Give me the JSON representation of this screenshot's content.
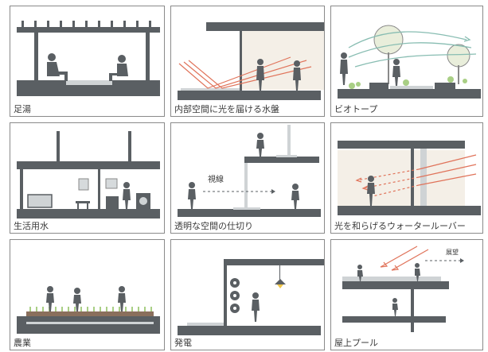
{
  "panels": [
    {
      "caption": "足湯"
    },
    {
      "caption": "内部空間に光を届ける水盤"
    },
    {
      "caption": "ビオトープ"
    },
    {
      "caption": "生活用水"
    },
    {
      "caption": "透明な空間の仕切り",
      "label": "視線"
    },
    {
      "caption": "光を和らげるウォータールーバー"
    },
    {
      "caption": "農業"
    },
    {
      "caption": "発電"
    },
    {
      "caption": "屋上プール",
      "label": "展望"
    }
  ],
  "colors": {
    "structure": "#5a5f63",
    "water": "#cfd3d5",
    "light": "#e0735a",
    "green": "#a9cf85",
    "glass": "#d6dadc"
  }
}
